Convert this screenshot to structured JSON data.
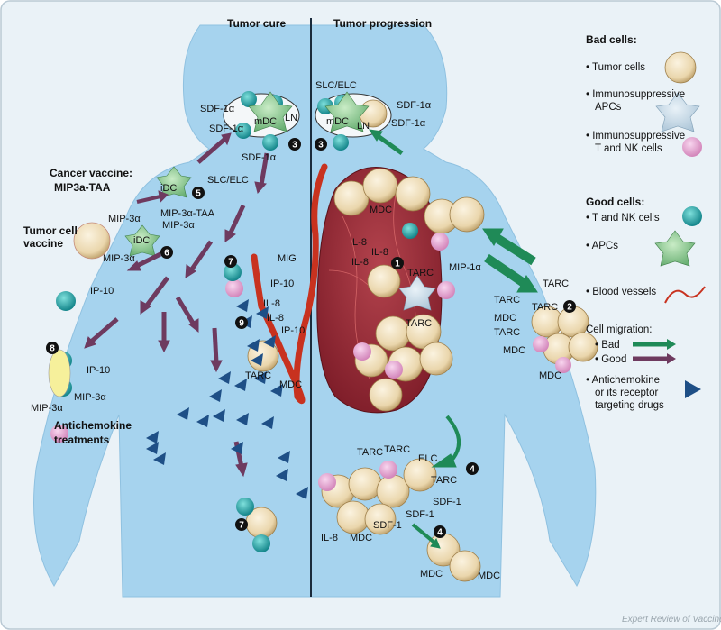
{
  "headers": {
    "left": "Tumor cure",
    "right": "Tumor progression"
  },
  "legend": {
    "bad_title": "Bad cells:",
    "tumor_cells": "• Tumor cells",
    "immuno_apcs_1": "• Immunosuppressive",
    "immuno_apcs_2": "APCs",
    "immuno_t_1": "• Immunosuppressive",
    "immuno_t_2": "T and NK cells",
    "good_title": "Good cells:",
    "t_nk": "• T and NK cells",
    "apcs": "• APCs",
    "vessels": "• Blood vessels",
    "migration_title": "Cell migration:",
    "bad": "• Bad",
    "good": "• Good",
    "anti_1": "• Antichemokine",
    "anti_2": "or its receptor",
    "anti_3": "targeting drugs"
  },
  "left": {
    "sdf1a_1": "SDF-1α",
    "sdf1a_2": "SDF-1α",
    "mdc": "mDC",
    "ln": "LN",
    "sdf1a_3": "SDF-1α",
    "slc_elc": "SLC/ELC",
    "idc1": "iDC",
    "idc2": "iDC",
    "vaccine_1": "Cancer vaccine:",
    "vaccine_2": "MIP3a-TAA",
    "mip3a_1": "MIP-3α",
    "mip3a_taa": "MIP-3α-TAA",
    "mip3a_2": "MIP-3α",
    "tumor_vaccine_1": "Tumor cell",
    "tumor_vaccine_2": "vaccine",
    "mip3a_3": "MIP-3α",
    "ip10_1": "IP-10",
    "mig": "MIG",
    "ip10_2": "IP-10",
    "il8_1": "IL-8",
    "il8_2": "IL-8",
    "ip10_3": "IP-10",
    "tarc": "TARC",
    "mdc_chem": "MDC",
    "ip10_4": "IP-10",
    "mip3a_4": "MIP-3α",
    "mip3a_5": "MIP-3α",
    "anti_1": "Antichemokine",
    "anti_2": "treatments"
  },
  "right": {
    "slc_elc": "SLC/ELC",
    "sdf1a_1": "SDF-1α",
    "sdf1a_2": "SDF-1α",
    "mdc_cell": "mDC",
    "ln": "LN",
    "mdc_1": "MDC",
    "il8_1": "IL-8",
    "il8_2": "IL-8",
    "il8_3": "IL-8",
    "tarc_1": "TARC",
    "mip1a": "MIP-1α",
    "tarc_2": "TARC",
    "tarc_3": "TARC",
    "tarc_4": "TARC",
    "mdc_2": "MDC",
    "tarc_5": "TARC",
    "mdc_3": "MDC",
    "mdc_4": "MDC",
    "tarc_6": "TARC",
    "tarc_7": "TARC",
    "tarc_8": "TARC",
    "elc": "ELC",
    "tarc_9": "TARC",
    "sdf1_1": "SDF-1",
    "sdf1_2": "SDF-1",
    "sdf1_3": "SDF-1",
    "il8_4": "IL-8",
    "mdc_5": "MDC",
    "mdc_6": "MDC",
    "mdc_7": "MDC"
  },
  "markers": [
    "1",
    "2",
    "3",
    "3",
    "4",
    "4",
    "5",
    "6",
    "7",
    "7",
    "8",
    "9"
  ],
  "credit": "Expert Review of Vaccines",
  "colors": {
    "body": "#a6d3ee",
    "panel": "#eaf2f7",
    "bad_arrow": "#1f8a57",
    "good_arrow": "#6e3a5f",
    "drug": "#1e4f86",
    "vessel": "#c8321f",
    "tumor": "#f0e1c2"
  }
}
